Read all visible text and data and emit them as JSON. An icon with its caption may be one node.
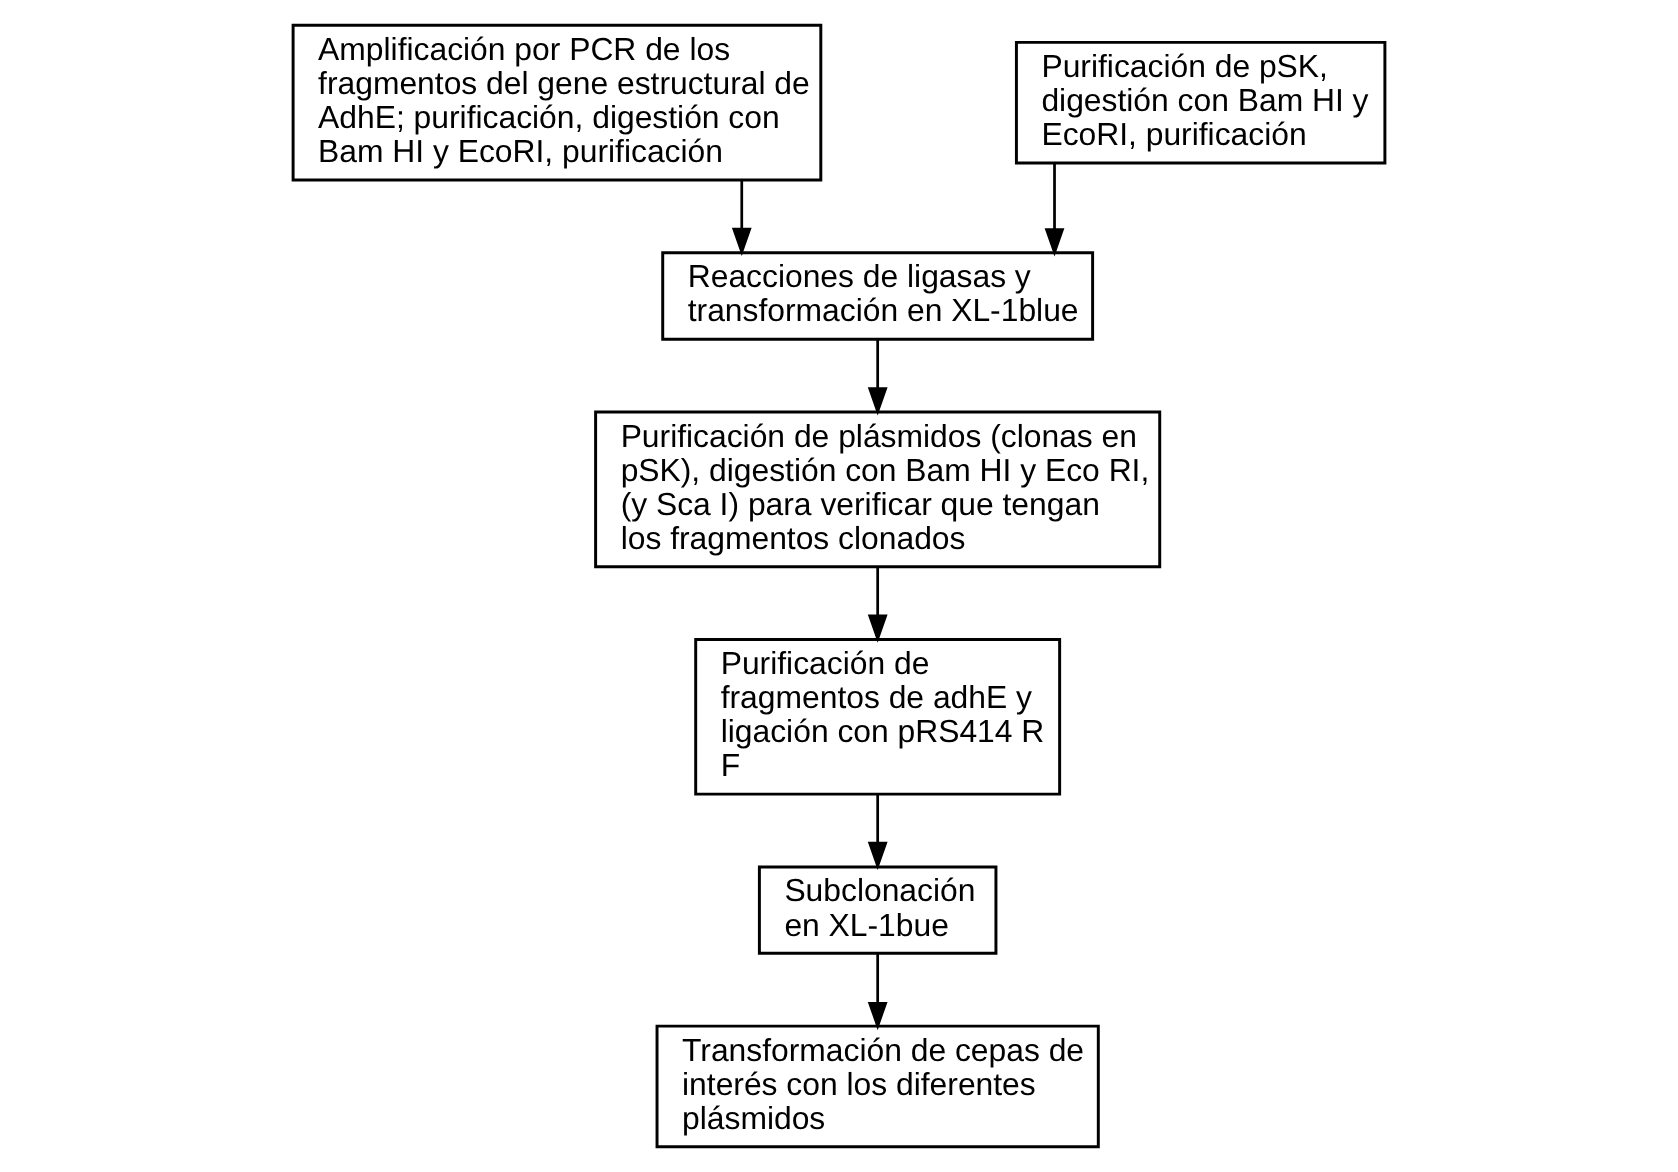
{
  "diagram": {
    "nodes": [
      {
        "text": [
          "Amplificación por PCR de los fragmentos del gene estructural de AdhE; purificación, digestión con Bam HI y EcoRI, purificación"
        ]
      },
      {
        "text": [
          "Purificación de pSK, digestión con Bam HI y EcoRI, purificación"
        ]
      },
      {
        "text": [
          "Reacciones de ligasas y transformación en XL-1blue"
        ]
      },
      {
        "text": [
          "Purificación de plásmidos (clonas en pSK), digestión con Bam HI y Eco RI, (y Sca I) para verificar que tengan los fragmentos clonados"
        ]
      },
      {
        "text": [
          "Purificación de fragmentos de adhE y ligación con pRS414 R F"
        ]
      },
      {
        "text": [
          "Subclonación en XL-1bue"
        ]
      },
      {
        "text": [
          "Transformación de cepas de interés con los diferentes plásmidos"
        ]
      }
    ],
    "edges": [
      {
        "from": 0,
        "to": 2,
        "arrow": "to"
      },
      {
        "from": 1,
        "to": 2,
        "arrow": "to"
      },
      {
        "from": 2,
        "to": 3,
        "arrow": "to"
      },
      {
        "from": 3,
        "to": 4,
        "arrow": "to"
      },
      {
        "from": 4,
        "to": 5,
        "arrow": "to"
      },
      {
        "from": 5,
        "to": 6,
        "arrow": "to"
      }
    ]
  }
}
